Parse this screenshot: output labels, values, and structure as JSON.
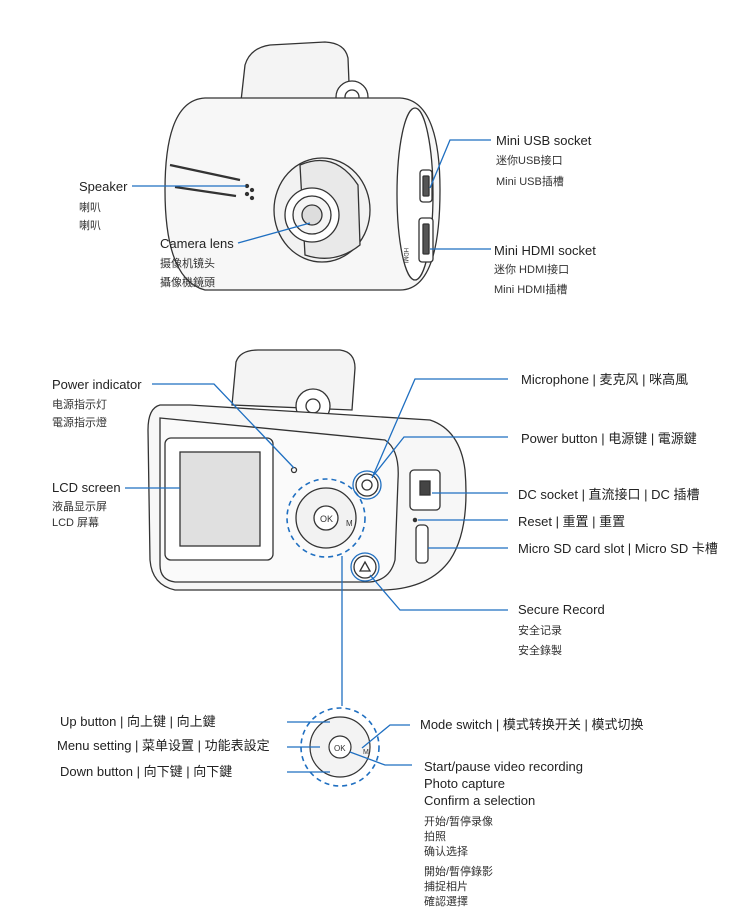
{
  "top": {
    "speaker": {
      "label": "Speaker",
      "zh1": "喇叭",
      "zh2": "喇叭"
    },
    "camera_lens": {
      "label": "Camera lens",
      "zh1": "摄像机镜头",
      "zh2": "攝像機鏡頭"
    },
    "mini_usb": {
      "label": "Mini USB socket",
      "zh1": "迷你USB接口",
      "zh2": "Mini USB插槽"
    },
    "mini_hdmi": {
      "label": "Mini HDMI socket",
      "zh1": "迷你 HDMI接口",
      "zh2": "Mini HDMI插槽"
    }
  },
  "middle": {
    "power_indicator": {
      "label": "Power indicator",
      "zh1": "电源指示灯",
      "zh2": "電源指示燈"
    },
    "lcd_screen": {
      "label": "LCD screen",
      "zh1": "液晶显示屏",
      "zh2": "LCD 屏幕"
    },
    "microphone": "Microphone   | 麦克风  | 咪高風",
    "power_button": "Power button  | 电源键  | 電源鍵",
    "dc_socket": "DC socket  | 直流接口  | DC 插槽",
    "reset": "Reset  | 重置  | 重置",
    "micro_sd": "Micro SD card slot | Micro SD 卡槽",
    "secure_record": {
      "label": "Secure Record",
      "zh1": "安全记录",
      "zh2": "安全錄製"
    }
  },
  "bottom": {
    "up_button": "Up button  | 向上键   | 向上鍵",
    "menu_setting": "Menu setting | 菜单设置 | 功能表設定",
    "down_button": "Down button  | 向下键   | 向下鍵",
    "mode_switch": "Mode switch  | 模式转换开关  | 模式切换",
    "ok_en": [
      "Start/pause video recording",
      "Photo capture",
      "Confirm a selection"
    ],
    "ok_zh1": [
      "开始/暂停录像",
      "拍照",
      "确认选择"
    ],
    "ok_zh2": [
      "開始/暫停錄影",
      "捕捉相片",
      "確認選擇"
    ]
  },
  "device_text": {
    "ok": "OK",
    "hdmi": "HDMI",
    "m": "M"
  },
  "colors": {
    "leader": "#1f6fc1",
    "outline": "#333333"
  }
}
